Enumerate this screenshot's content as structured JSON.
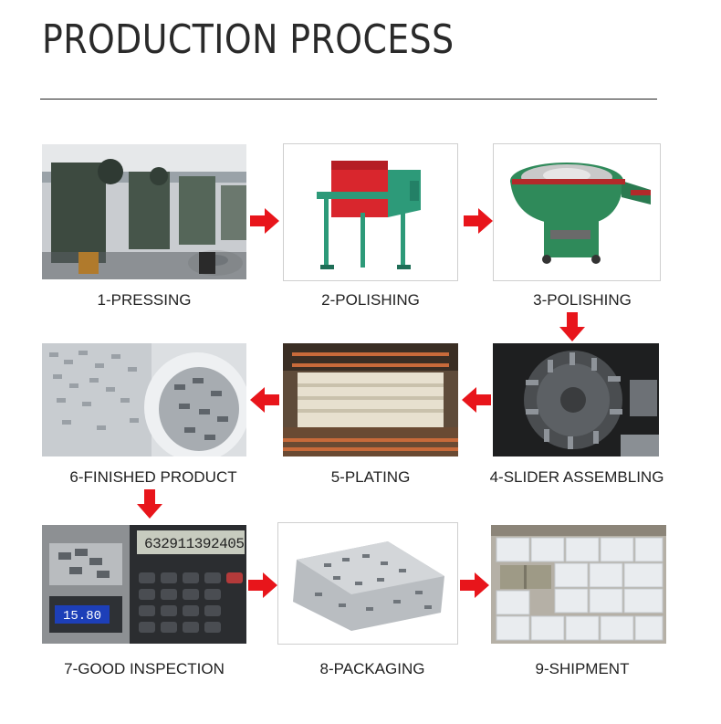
{
  "title": "PRODUCTION PROCESS",
  "steps": [
    {
      "label": "1-PRESSING"
    },
    {
      "label": "2-POLISHING"
    },
    {
      "label": "3-POLISHING"
    },
    {
      "label": "4-SLIDER ASSEMBLING"
    },
    {
      "label": "5-PLATING"
    },
    {
      "label": "6-FINISHED PRODUCT"
    },
    {
      "label": "7-GOOD INSPECTION"
    },
    {
      "label": "8-PACKAGING"
    },
    {
      "label": "9-SHIPMENT"
    }
  ],
  "scale_readout": "15.80",
  "calculator_display": "632911392405",
  "arrow_color": "#e8151b"
}
